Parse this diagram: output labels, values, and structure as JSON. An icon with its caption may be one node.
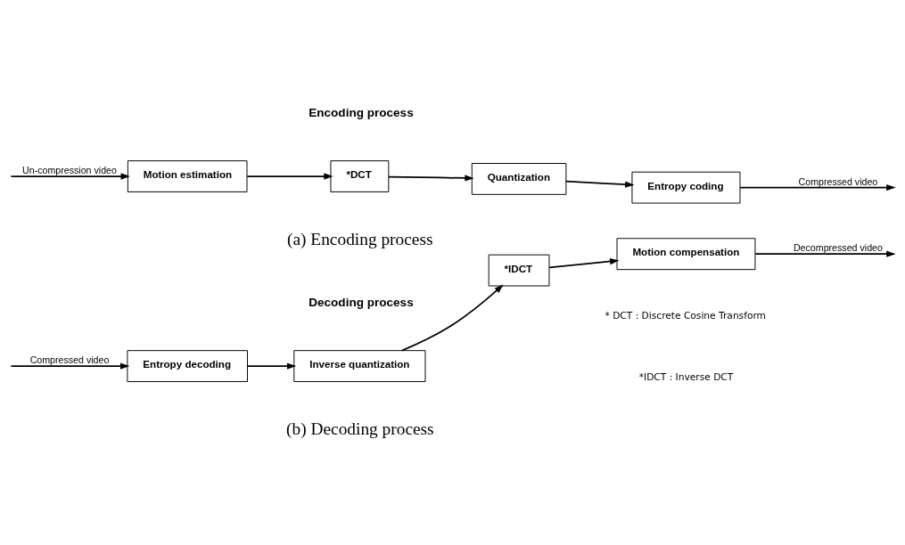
{
  "diagram": {
    "nodes": [
      {
        "text": [
          "Motion estimation"
        ]
      },
      {
        "text": [
          "*DCT"
        ]
      },
      {
        "text": [
          "Quantization"
        ]
      },
      {
        "text": [
          "Entropy coding"
        ]
      },
      {
        "text": [
          "Entropy decoding"
        ]
      },
      {
        "text": [
          "Inverse quantization"
        ]
      },
      {
        "text": [
          "*IDCT"
        ]
      },
      {
        "text": [
          "Motion compensation"
        ]
      }
    ],
    "edges": [
      {
        "from": null,
        "to": 0,
        "arrow": "to",
        "label": "Un-compression video"
      },
      {
        "from": 0,
        "to": 1,
        "arrow": "to"
      },
      {
        "from": 1,
        "to": 2,
        "arrow": "to"
      },
      {
        "from": 2,
        "to": 3,
        "arrow": "to"
      },
      {
        "from": 3,
        "to": null,
        "arrow": "to",
        "label": "Compressed video"
      },
      {
        "from": null,
        "to": 4,
        "arrow": "to",
        "label": "Compressed video"
      },
      {
        "from": 4,
        "to": 5,
        "arrow": "to"
      },
      {
        "from": 5,
        "to": 6,
        "arrow": "to"
      },
      {
        "from": 6,
        "to": 7,
        "arrow": "to"
      },
      {
        "from": 7,
        "to": null,
        "arrow": "to",
        "label": "Decompressed video"
      }
    ],
    "labels": [
      "Encoding process",
      "(a) Encoding process",
      "Decoding process",
      "(b) Decoding process",
      "* DCT : Discrete Cosine Transform",
      "*IDCT : Inverse DCT"
    ]
  }
}
